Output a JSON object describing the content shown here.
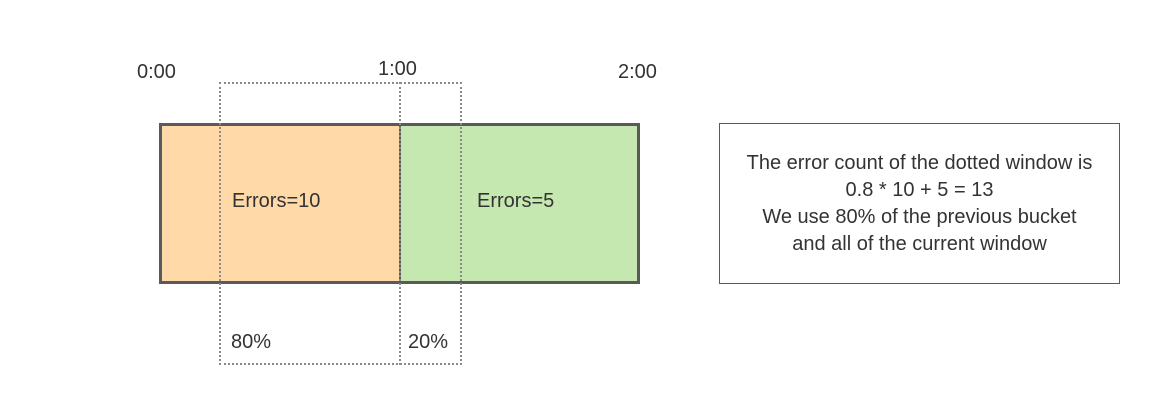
{
  "timeline": {
    "ticks": [
      "0:00",
      "1:00",
      "2:00"
    ]
  },
  "buckets": [
    {
      "label": "Errors=10",
      "color": "#ffd9a8"
    },
    {
      "label": "Errors=5",
      "color": "#c5e8b0"
    }
  ],
  "window": {
    "left_share": "80%",
    "right_share": "20%"
  },
  "note": {
    "lines": [
      "The error count of the dotted window is",
      "0.8 * 10 + 5 = 13",
      "We use 80% of the previous bucket",
      "and all of the current window"
    ]
  }
}
